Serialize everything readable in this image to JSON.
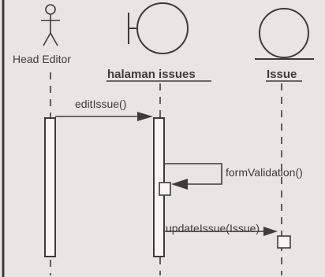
{
  "diagram": {
    "actor": {
      "label": "Head Editor",
      "kind": "actor-icon"
    },
    "boundary": {
      "label": "halaman issues",
      "kind": "boundary-icon"
    },
    "entity": {
      "label": "Issue",
      "kind": "entity-icon"
    },
    "messages": [
      {
        "label": "editIssue()"
      },
      {
        "label": "formValidation()"
      },
      {
        "label": "updateIssue(Issue)"
      }
    ],
    "colors": {
      "line": "#3c3c3c",
      "background": "#e8e6e2",
      "activation": "#f7f6f3"
    }
  }
}
